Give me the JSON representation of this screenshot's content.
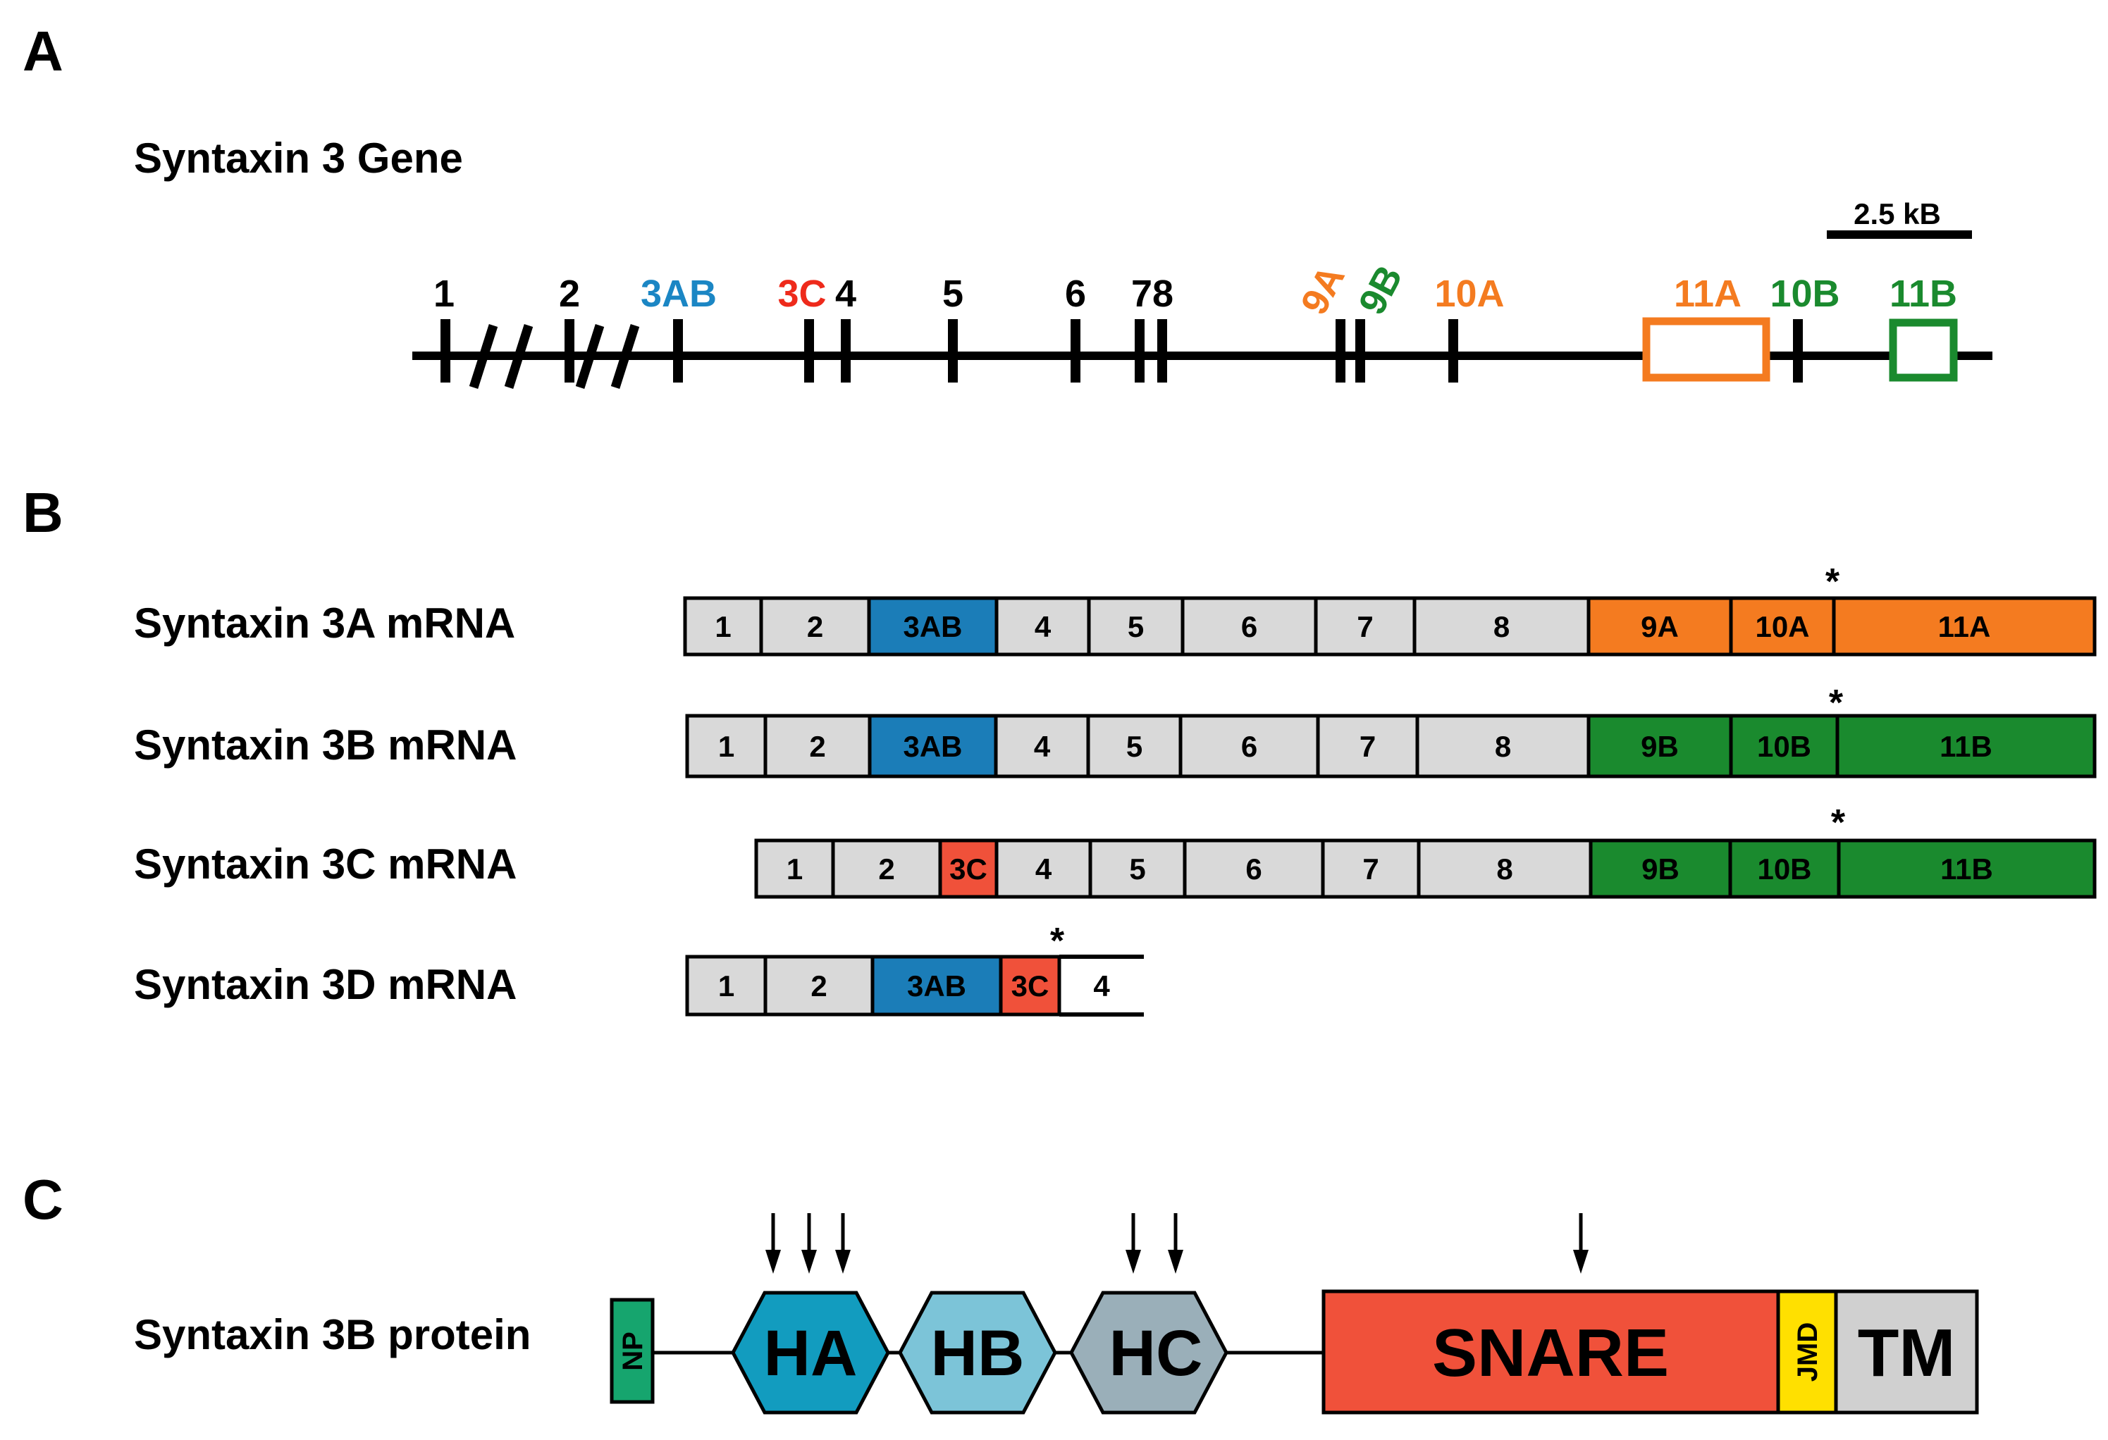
{
  "panels": {
    "a": {
      "letter": "A",
      "title": "Syntaxin 3 Gene",
      "scale_label": "2.5 kB",
      "exon_labels": [
        {
          "text": "1",
          "color": "#000000"
        },
        {
          "text": "2",
          "color": "#000000"
        },
        {
          "text": "3AB",
          "color": "#1B86C4"
        },
        {
          "text": "3C",
          "color": "#EE2A1B"
        },
        {
          "text": "4",
          "color": "#000000"
        },
        {
          "text": "5",
          "color": "#000000"
        },
        {
          "text": "6",
          "color": "#000000"
        },
        {
          "text": "78",
          "color": "#000000"
        },
        {
          "text": "9A",
          "color": "#F47B20"
        },
        {
          "text": "9B",
          "color": "#1A8A2E"
        },
        {
          "text": "10A",
          "color": "#F47B20"
        },
        {
          "text": "11A",
          "color": "#F47B20"
        },
        {
          "text": "10B",
          "color": "#1A8A2E"
        },
        {
          "text": "11B",
          "color": "#1A8A2E"
        }
      ]
    },
    "b": {
      "letter": "B",
      "stop_marker": "*",
      "rows": [
        {
          "label": "Syntaxin 3A mRNA",
          "segments": [
            "1",
            "2",
            "3AB",
            "4",
            "5",
            "6",
            "7",
            "8",
            "9A",
            "10A",
            "11A"
          ]
        },
        {
          "label": "Syntaxin 3B mRNA",
          "segments": [
            "1",
            "2",
            "3AB",
            "4",
            "5",
            "6",
            "7",
            "8",
            "9B",
            "10B",
            "11B"
          ]
        },
        {
          "label": "Syntaxin 3C mRNA",
          "segments": [
            "1",
            "2",
            "3C",
            "4",
            "5",
            "6",
            "7",
            "8",
            "9B",
            "10B",
            "11B"
          ]
        },
        {
          "label": "Syntaxin 3D mRNA",
          "segments": [
            "1",
            "2",
            "3AB",
            "3C",
            "4"
          ]
        }
      ]
    },
    "c": {
      "letter": "C",
      "label": "Syntaxin 3B protein",
      "domains": {
        "np": "NP",
        "ha": "HA",
        "hb": "HB",
        "hc": "HC",
        "snare": "SNARE",
        "jmd": "JMD",
        "tm": "TM"
      }
    }
  },
  "colors": {
    "gray": "#D9D9D9",
    "blue": "#1B7DB8",
    "red": "#F0513A",
    "orange": "#F47B20",
    "green": "#1A8A2E",
    "np": "#16A56E",
    "ha": "#129CBF",
    "hb": "#7CC4D8",
    "hc": "#9AAFB9",
    "snare": "#F0513A",
    "jmd": "#FFE000",
    "tm": "#D0D0D0"
  }
}
